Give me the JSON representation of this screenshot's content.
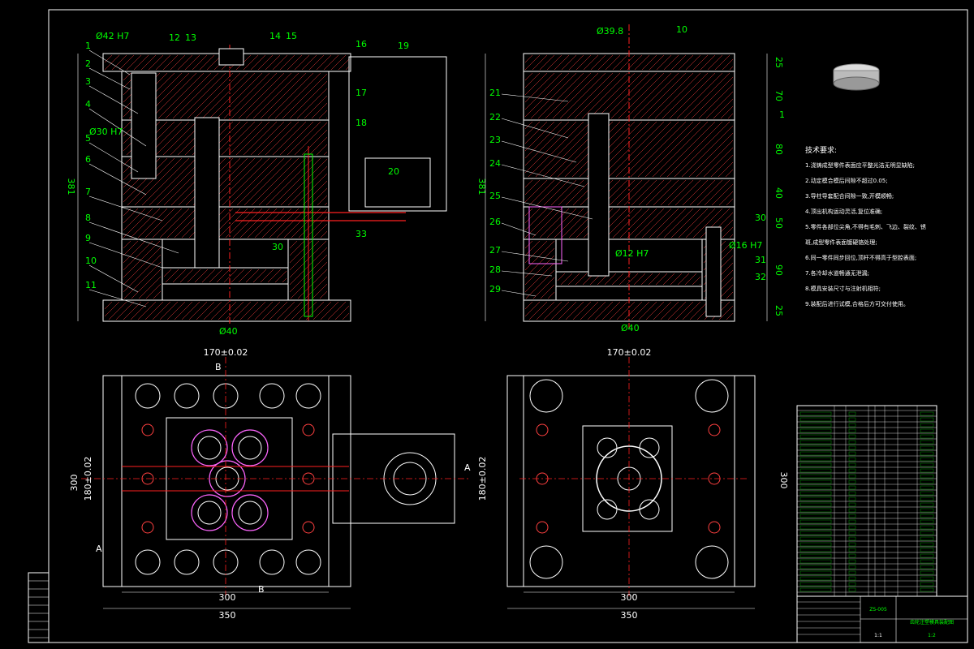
{
  "colors": {
    "background": "#000000",
    "outline": "#ffffff",
    "hatch": "#ff4040",
    "dimension": "#00ff00",
    "gear": "#ff66ff",
    "center": "#ff2020",
    "accent": "#ffff00"
  },
  "left_section": {
    "part_numbers": [
      "1",
      "2",
      "3",
      "4",
      "5",
      "6",
      "7",
      "8",
      "9",
      "10",
      "11",
      "12",
      "13",
      "14",
      "15",
      "16",
      "17",
      "18",
      "19",
      "20",
      "30",
      "33"
    ],
    "dim_top": "Ø42 H7",
    "dim_left": "Ø30 H7",
    "dim_height": "381",
    "dim_bottom": "Ø40"
  },
  "right_section": {
    "part_numbers": [
      "21",
      "22",
      "23",
      "24",
      "25",
      "26",
      "27",
      "28",
      "29",
      "10",
      "1",
      "30",
      "31",
      "32"
    ],
    "dim_top": "Ø39.8",
    "dim_height": "381",
    "dim_mid": "Ø12 H7",
    "dim_right": "Ø16 H7",
    "dim_bottom": "Ø40",
    "stack_dims": [
      "25",
      "70",
      "80",
      "40",
      "50",
      "90",
      "25"
    ]
  },
  "bottom_left_plan": {
    "dim_top": "170±0.02",
    "dim_side": "300",
    "dim_side_inner": "180±0.02",
    "dim_bottom_inner": "300",
    "dim_bottom": "350",
    "section_marks": [
      "B",
      "B",
      "A",
      "A"
    ]
  },
  "bottom_right_plan": {
    "dim_top": "170±0.02",
    "dim_side_left": "180±0.02",
    "dim_side_right": "300",
    "dim_bottom_inner": "300",
    "dim_bottom": "350"
  },
  "tech_notes": {
    "title": "技术要求:",
    "lines": [
      "1.浇铸成型零件表面应平整光洁无明显缺陷;",
      "2.动定模合模后间隙不超过0.05;",
      "3.导柱导套配合间隙一致,开模顺畅;",
      "4.顶出机构运动灵活,复位准确;",
      "5.零件各部位尖角,不得有毛刺、飞边、裂纹、锈",
      "斑,成型零件表面镀硬铬处理;",
      "6.同一零件同步回位,顶杆不得高于型腔表面;",
      "7.各冷却水道畅通无泄漏;",
      "8.模具安装尺寸与注射机相符;",
      "9.装配后进行试模,合格后方可交付使用。"
    ]
  },
  "title_block": {
    "drawing_no": "ZS-005",
    "title": "齿轮注塑模具装配图",
    "scale": "1:2",
    "sheet": "1:1"
  }
}
